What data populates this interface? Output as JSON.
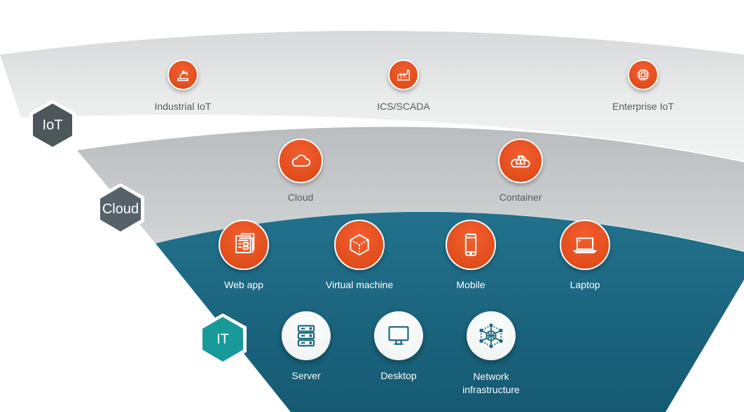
{
  "layers": [
    {
      "id": "iot",
      "label": "IoT",
      "color": "#4c575c"
    },
    {
      "id": "cloud",
      "label": "Cloud",
      "color": "#56626a"
    },
    {
      "id": "it",
      "label": "IT",
      "color": "#189a9b"
    }
  ],
  "iot_items": [
    {
      "label": "Industrial IoT",
      "icon": "industrial-robot-icon"
    },
    {
      "label": "ICS/SCADA",
      "icon": "factory-icon"
    },
    {
      "label": "Enterprise IoT",
      "icon": "chip-icon"
    }
  ],
  "cloud_items": [
    {
      "label": "Cloud",
      "icon": "cloud-icon"
    },
    {
      "label": "Container",
      "icon": "container-icon"
    }
  ],
  "it_endpoint_items": [
    {
      "label": "Web app",
      "icon": "web-app-icon"
    },
    {
      "label": "Virtual machine",
      "icon": "virtual-machine-icon"
    },
    {
      "label": "Mobile",
      "icon": "mobile-icon"
    },
    {
      "label": "Laptop",
      "icon": "laptop-icon"
    }
  ],
  "it_infra_items": [
    {
      "label": "Server",
      "icon": "server-icon"
    },
    {
      "label": "Desktop",
      "icon": "desktop-icon"
    },
    {
      "label": "Network infrastructure",
      "label_lines": [
        "Network",
        "infrastructure"
      ],
      "icon": "network-icon"
    }
  ],
  "colors": {
    "accent": "#e24d1c",
    "teal": "#1b657f",
    "cloud_band": "#c8cbcd",
    "iot_band": "#e9eaea"
  }
}
